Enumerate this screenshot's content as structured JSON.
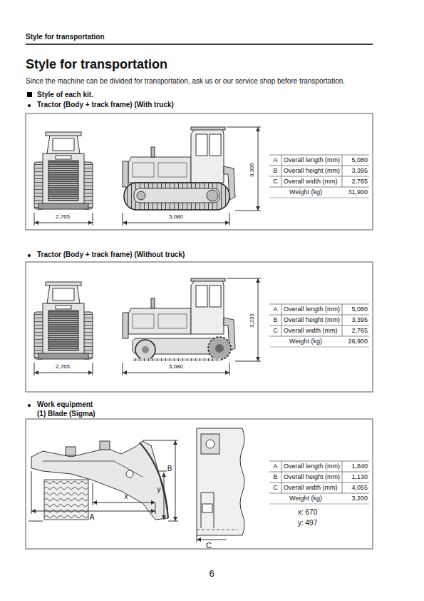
{
  "diagram": {
    "title": "Style for transportation",
    "labels": [
      "Style for transportation",
      "Since the machine can be divided for transportation, ask us or our service shop before transportation.",
      "Style of each kit.",
      "Tractor (Body + track frame) (With truck)",
      "2,765",
      "5,080",
      "3,395",
      "A",
      "Overall length (mm)",
      "5,080",
      "B",
      "Overall height (mm)",
      "3,395",
      "C",
      "Overall width (mm)",
      "2,765",
      "Weight (kg)",
      "31,900",
      "Tractor (Body + track frame) (Without truck)",
      "2,765",
      "5,080",
      "3,235",
      "A",
      "Overall length (mm)",
      "5,080",
      "B",
      "Overall height (mm)",
      "3,395",
      "C",
      "Overall width (mm)",
      "2,765",
      "Weight (kg)",
      "26,900",
      "Work equipment",
      "(1)  Blade (Sigma)",
      "B",
      "y",
      "A",
      "x",
      "C",
      "A",
      "Overall length (mm)",
      "1,840",
      "B",
      "Overall height (mm)",
      "1,130",
      "C",
      "Overall width (mm)",
      "4,055",
      "Weight (kg)",
      "3,200",
      "x: 670",
      "y: 497",
      "6"
    ]
  }
}
